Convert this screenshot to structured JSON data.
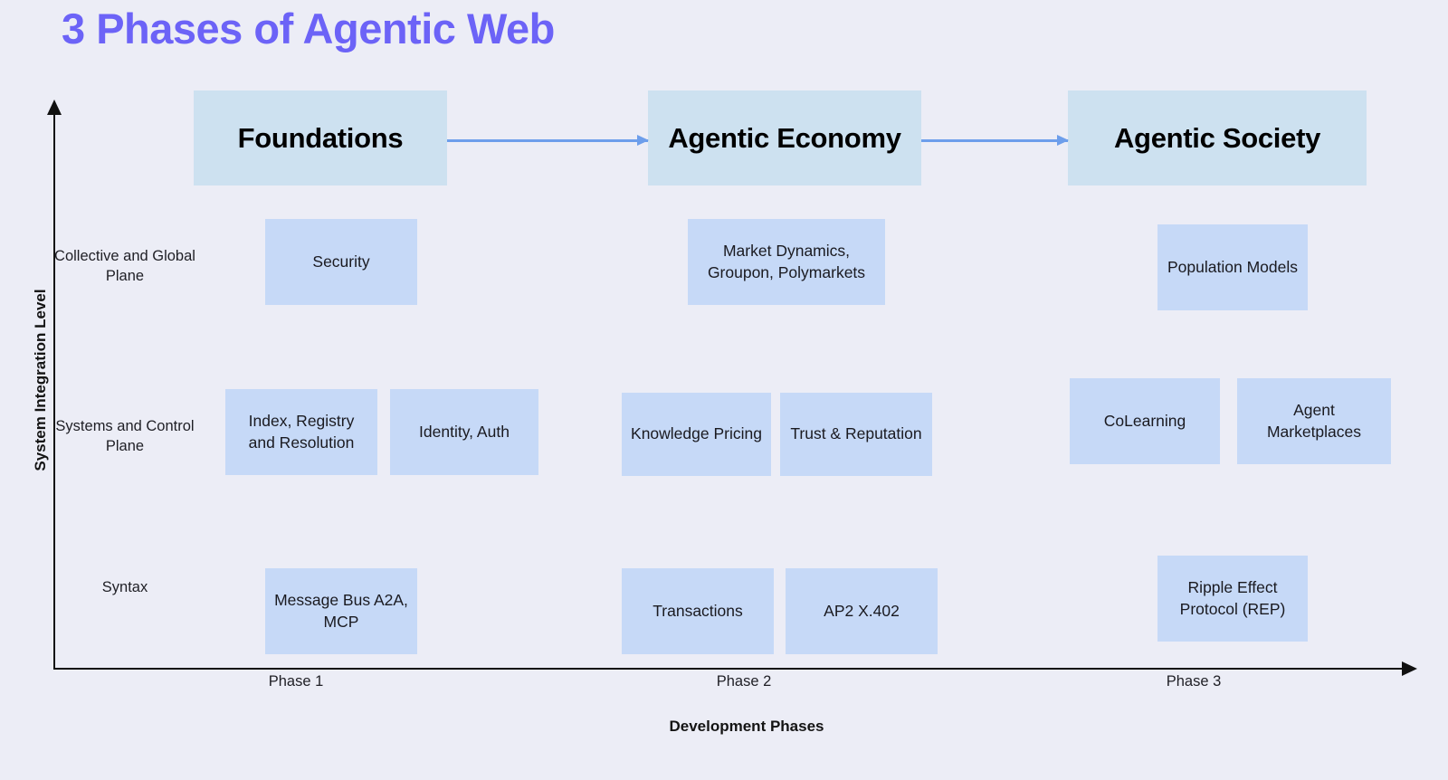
{
  "title": "3 Phases of Agentic Web",
  "colors": {
    "background": "#ecedf6",
    "title": "#6c63f7",
    "phase_header_fill": "#cde1f0",
    "cell_fill": "#c6d9f7",
    "arrow": "#6d9eeb",
    "axis": "#111111",
    "text": "#1a1a20"
  },
  "axes": {
    "y_title": "System Integration Level",
    "x_title": "Development Phases",
    "x_ticks": [
      "Phase 1",
      "Phase 2",
      "Phase 3"
    ],
    "y_rows": [
      "Collective and Global Plane",
      "Systems and Control Plane",
      "Syntax"
    ]
  },
  "phases": [
    {
      "label": "Foundations"
    },
    {
      "label": "Agentic Economy"
    },
    {
      "label": "Agentic Society"
    }
  ],
  "flow_arrows": [
    {
      "from": "Foundations",
      "to": "Agentic Economy"
    },
    {
      "from": "Agentic Economy",
      "to": "Agentic Society"
    }
  ],
  "cells": [
    {
      "row": "Collective and Global Plane",
      "phase": "Phase 1",
      "label": "Security"
    },
    {
      "row": "Collective and Global Plane",
      "phase": "Phase 2",
      "label": "Market Dynamics, Groupon, Polymarkets"
    },
    {
      "row": "Collective and Global Plane",
      "phase": "Phase 3",
      "label": "Population Models"
    },
    {
      "row": "Systems and Control Plane",
      "phase": "Phase 1",
      "label": "Index, Registry and Resolution"
    },
    {
      "row": "Systems and Control Plane",
      "phase": "Phase 1",
      "label": "Identity, Auth"
    },
    {
      "row": "Systems and Control Plane",
      "phase": "Phase 2",
      "label": "Knowledge Pricing"
    },
    {
      "row": "Systems and Control Plane",
      "phase": "Phase 2",
      "label": "Trust & Reputation"
    },
    {
      "row": "Systems and Control Plane",
      "phase": "Phase 3",
      "label": "CoLearning"
    },
    {
      "row": "Systems and Control Plane",
      "phase": "Phase 3",
      "label": "Agent Marketplaces"
    },
    {
      "row": "Syntax",
      "phase": "Phase 1",
      "label": "Message Bus A2A, MCP"
    },
    {
      "row": "Syntax",
      "phase": "Phase 2",
      "label": "Transactions"
    },
    {
      "row": "Syntax",
      "phase": "Phase 2",
      "label": "AP2 X.402"
    },
    {
      "row": "Syntax",
      "phase": "Phase 3",
      "label": "Ripple Effect Protocol (REP)"
    }
  ]
}
